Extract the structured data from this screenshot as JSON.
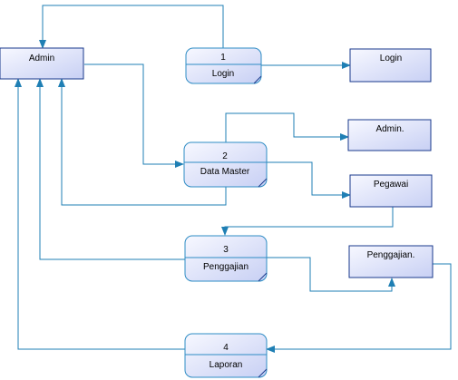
{
  "colors": {
    "line": "#1f7fb4",
    "box_border": "#1a3a8c",
    "process_border": "#2e8cc4",
    "fill_light": "#f7f8ff",
    "fill_dark": "#c8d0f4"
  },
  "entities": [
    {
      "id": "admin_entity",
      "label": "Admin"
    },
    {
      "id": "store_login",
      "label": "Login"
    },
    {
      "id": "store_admin",
      "label": "Admin."
    },
    {
      "id": "store_pegawai",
      "label": "Pegawai"
    },
    {
      "id": "store_penggajian",
      "label": "Penggajian."
    }
  ],
  "processes": [
    {
      "id": "p1",
      "number": "1",
      "label": "Login"
    },
    {
      "id": "p2",
      "number": "2",
      "label": "Data Master"
    },
    {
      "id": "p3",
      "number": "3",
      "label": "Penggajian"
    },
    {
      "id": "p4",
      "number": "4",
      "label": "Laporan"
    }
  ]
}
